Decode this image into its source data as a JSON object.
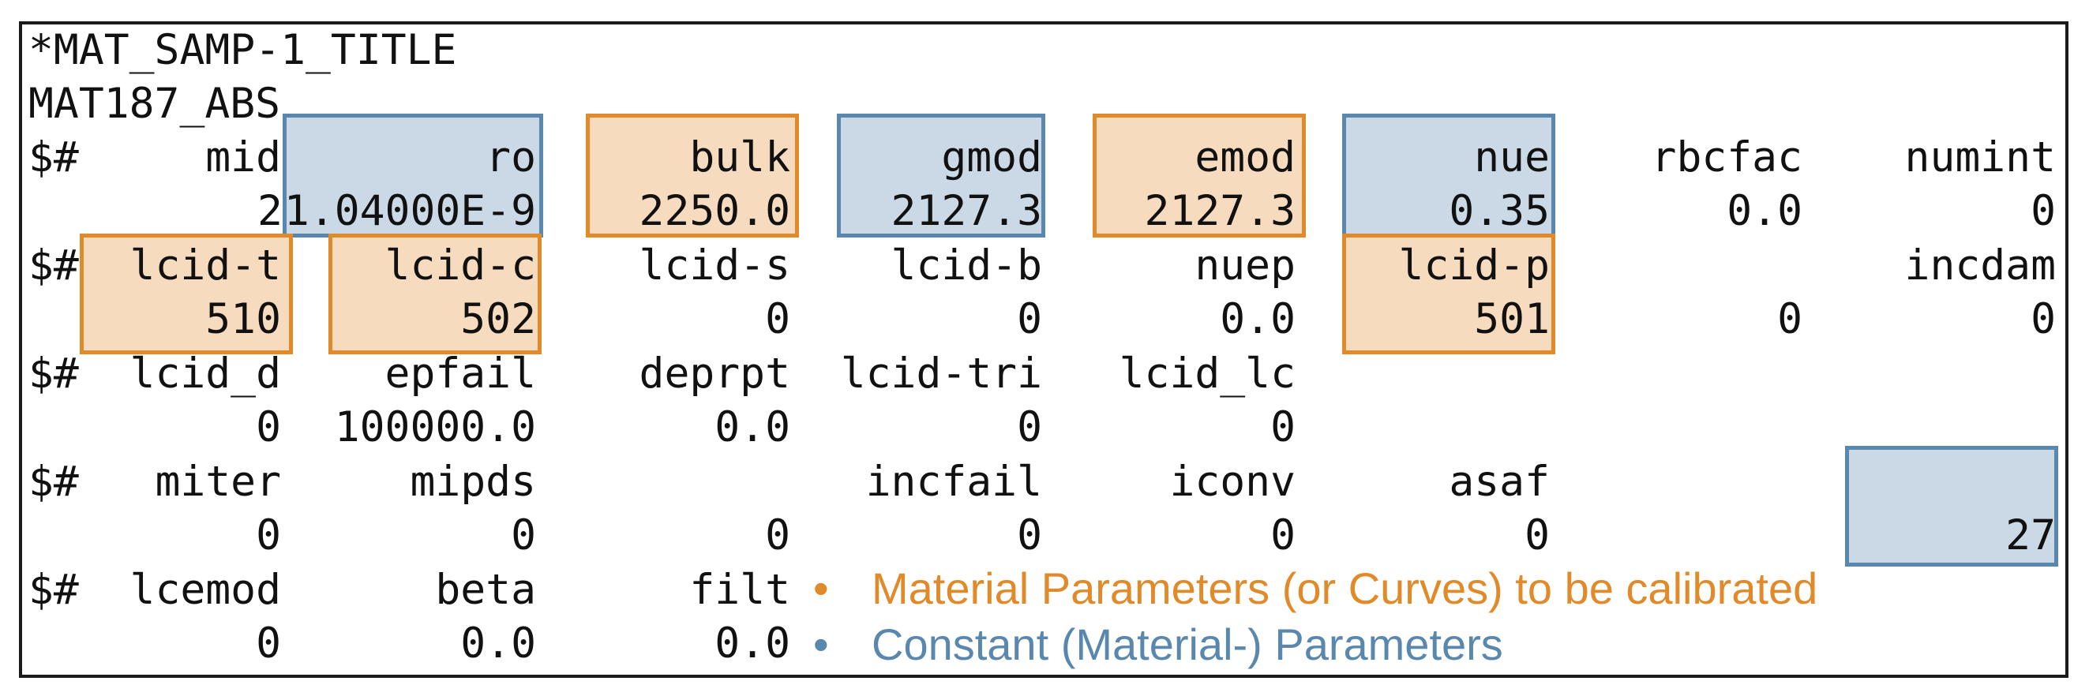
{
  "header": {
    "title": "*MAT_SAMP-1_TITLE",
    "name": "MAT187_ABS"
  },
  "cards": [
    {
      "comment": "$#",
      "labels": [
        "mid",
        "ro",
        "bulk",
        "gmod",
        "emod",
        "nue",
        "rbcfac",
        "numint"
      ],
      "values": [
        "2",
        "1.04000E-9",
        "2250.0",
        "2127.3",
        "2127.3",
        "0.35",
        "0.0",
        "0"
      ]
    },
    {
      "comment": "$#",
      "labels": [
        "lcid-t",
        "lcid-c",
        "lcid-s",
        "lcid-b",
        "nuep",
        "lcid-p",
        "",
        "incdam"
      ],
      "values": [
        "510",
        "502",
        "0",
        "0",
        "0.0",
        "501",
        "0",
        "0"
      ]
    },
    {
      "comment": "$#",
      "labels": [
        "lcid_d",
        "epfail",
        "deprpt",
        "lcid-tri",
        "lcid_lc",
        "",
        "",
        ""
      ],
      "values": [
        "0",
        "100000.0",
        "0.0",
        "0",
        "0",
        "",
        "",
        ""
      ]
    },
    {
      "comment": "$#",
      "labels": [
        "miter",
        "mipds",
        "",
        "incfail",
        "iconv",
        "asaf",
        "",
        ""
      ],
      "values": [
        "0",
        "0",
        "0",
        "0",
        "0",
        "0",
        "",
        "27"
      ]
    },
    {
      "comment": "$#",
      "labels": [
        "lcemod",
        "beta",
        "filt",
        "",
        "",
        "",
        "",
        ""
      ],
      "values": [
        "0",
        "0.0",
        "0.0",
        "",
        "",
        "",
        "",
        ""
      ]
    }
  ],
  "legend": {
    "calibrated": {
      "bullet": "•",
      "text": "Material Parameters (or Curves) to be calibrated",
      "color": "#e08a2a"
    },
    "constant": {
      "bullet": "•",
      "text": "Constant (Material-) Parameters",
      "color": "#5a87ad"
    }
  },
  "highlight_colors": {
    "calibrated_fill": "#f7dbbf",
    "calibrated_border": "#e08a2a",
    "constant_fill": "#cbd9e6",
    "constant_border": "#5a87ad"
  }
}
